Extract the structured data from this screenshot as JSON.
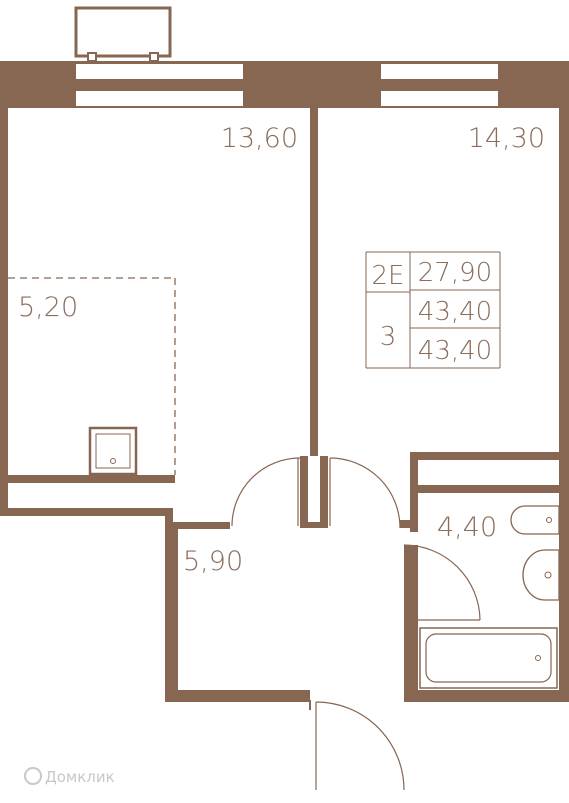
{
  "rooms": {
    "room_left": "13,60",
    "room_right": "14,30",
    "kitchen_zone": "5,20",
    "hallway": "5,90",
    "bathroom": "4,40"
  },
  "info_block": {
    "section": "2E",
    "rooms_count": "3",
    "living_area": "27,90",
    "total_area": "43,40",
    "total_area_2": "43,40"
  },
  "watermark": "Домклик",
  "colors": {
    "wall": "#876652",
    "line": "#876652",
    "text": "#8a6d5a",
    "background": "#ffffff"
  }
}
